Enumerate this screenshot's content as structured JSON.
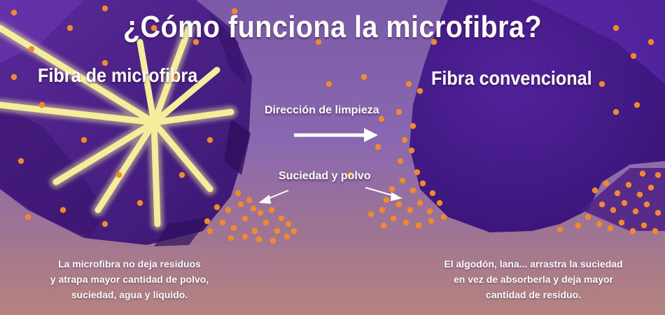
{
  "title": "¿Cómo funciona la microfibra?",
  "labels": {
    "microfiber": "Fibra de microfibra",
    "conventional": "Fibra convencional",
    "direction": "Dirección de limpieza",
    "dirt": "Suciedad y polvo"
  },
  "descriptions": {
    "microfiber": [
      "La microfibra no deja residuos",
      "y atrapa mayor cantidad de polvo,",
      "suciedad, agua y líquido."
    ],
    "conventional": [
      "El algodón, lana... arrastra la suciedad",
      "en vez de absorberla y deja mayor",
      "cantidad de residuo."
    ]
  },
  "colors": {
    "fiber_purple": "#4a1e86",
    "fiber_dark": "#2e0f5e",
    "star_yellow": "#f4ee9a",
    "dust_orange": "#f08a2a",
    "text": "#ffffff"
  }
}
